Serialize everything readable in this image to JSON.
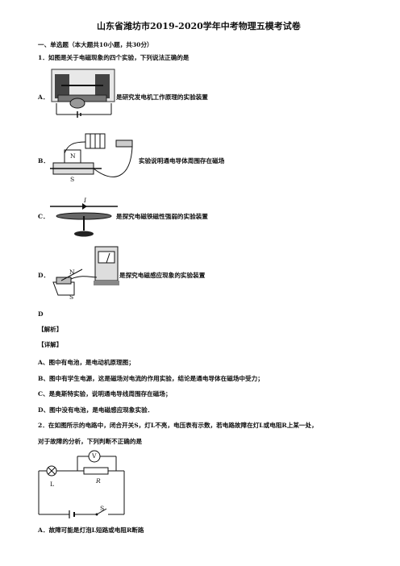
{
  "title": "山东省潍坊市2019-2020学年中考物理五模考试卷",
  "section1": "一、单选题（本大题共10小题，共30分）",
  "q1": {
    "stem": "1．如图是关于电磁现象的四个实验，下列说法正确的是",
    "options": [
      {
        "label": "A．",
        "text": "是研究发电机工作原理的实验装置"
      },
      {
        "label": "B．",
        "text": "实验说明通电导体周围存在磁场"
      },
      {
        "label": "C．",
        "text": "是探究电磁铁磁性强弱的实验装置"
      },
      {
        "label": "D．",
        "text": "是探究电磁感应现象的实验装置"
      }
    ],
    "answer": "D",
    "analysis_tag": "【解析】",
    "detail_tag": "【详解】",
    "details": [
      "A、图中有电池，是电动机原理图；",
      "B、图中有学生电源，这是磁场对电流的作用实验，结论是通电导体在磁场中受力；",
      "C、是奥斯特实验，说明通电导线周围存在磁场；",
      "D、图中没有电池，是电磁感应现象实验．"
    ]
  },
  "q2": {
    "stem_line1": "2．在如图所示的电路中，闭合开关S，灯L不亮，电压表有示数，若电路故障在灯L或电阻R上某一处，",
    "stem_line2": "对于故障的分析，下列判断不正确的是",
    "circuit_labels": {
      "voltmeter": "V",
      "lamp": "L",
      "resistor": "R",
      "switch": "S"
    },
    "option_a": "A．故障可能是灯泡L短路或电阻R断路"
  },
  "figure_labels": {
    "b_n": "N",
    "b_s": "S",
    "c_i": "I",
    "d_n": "N",
    "d_s": "S"
  }
}
